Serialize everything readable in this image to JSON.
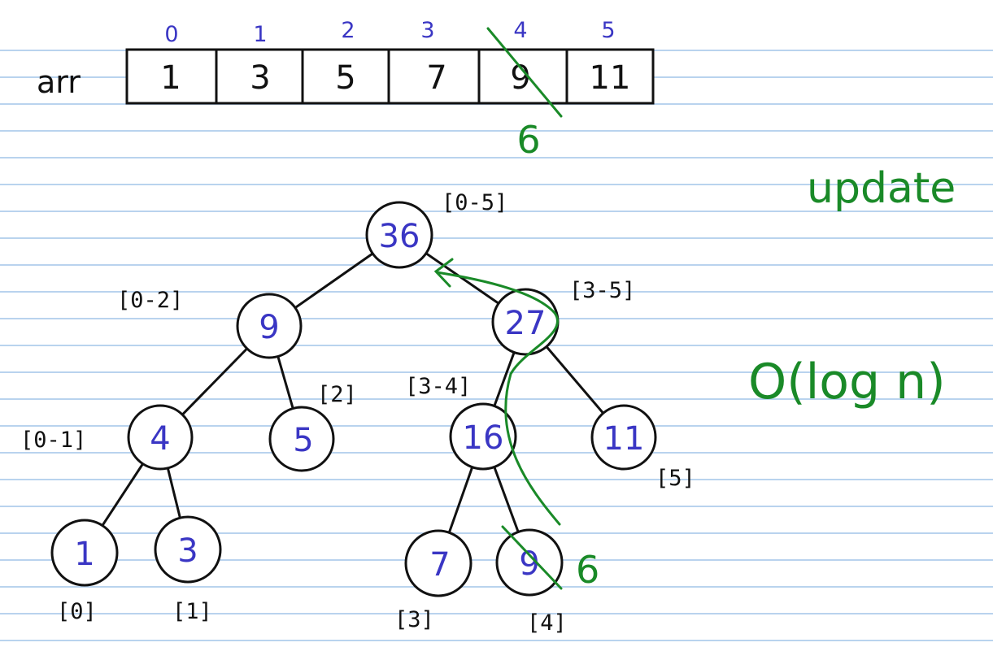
{
  "array": {
    "label": "arr",
    "indices": [
      "0",
      "1",
      "2",
      "3",
      "4",
      "5"
    ],
    "values": [
      "1",
      "3",
      "5",
      "7",
      "9",
      "11"
    ]
  },
  "update": {
    "title": "update",
    "new_value": "6",
    "complexity": "O(log n)"
  },
  "tree": {
    "nodes": {
      "root": {
        "value": "36",
        "range": "[0-5]"
      },
      "left": {
        "value": "9",
        "range": "[0-2]"
      },
      "right": {
        "value": "27",
        "range": "[3-5]"
      },
      "ll": {
        "value": "4",
        "range": "[0-1]"
      },
      "lr": {
        "value": "5",
        "range": "[2]"
      },
      "rl": {
        "value": "16",
        "range": "[3-4]"
      },
      "rr": {
        "value": "11",
        "range": "[5]"
      },
      "lll": {
        "value": "1",
        "range": "[0]"
      },
      "llr": {
        "value": "3",
        "range": "[1]"
      },
      "rll": {
        "value": "7",
        "range": "[3]"
      },
      "rlr": {
        "value": "9",
        "range": "[4]"
      }
    }
  },
  "colors": {
    "node_value": "#3a36c4",
    "annotation": "#1a8a28",
    "ruled_lines": "#b9d3ee"
  }
}
